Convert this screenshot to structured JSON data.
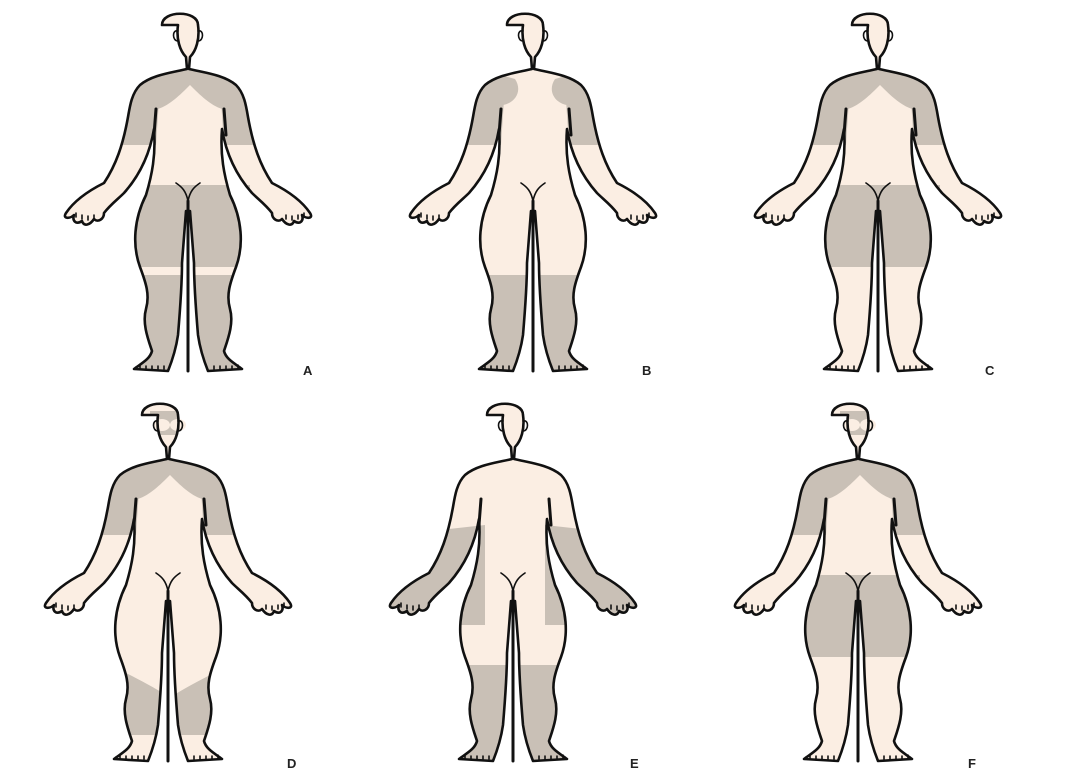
{
  "figure": {
    "background": "#ffffff",
    "skin_color": "#fbeee3",
    "shade_color": "#c9c0b6",
    "outline_color": "#111111",
    "panels": [
      {
        "label": "A",
        "shaded_regions": [
          "shoulders",
          "upper-arms",
          "thighs",
          "lower-legs"
        ]
      },
      {
        "label": "B",
        "shaded_regions": [
          "shoulders-partial",
          "upper-arms",
          "lower-legs"
        ]
      },
      {
        "label": "C",
        "shaded_regions": [
          "shoulders",
          "upper-arms",
          "thighs"
        ]
      },
      {
        "label": "D",
        "shaded_regions": [
          "face-eyes",
          "shoulders",
          "upper-arms",
          "lower-legs-partial"
        ]
      },
      {
        "label": "E",
        "shaded_regions": [
          "forearms",
          "lower-legs"
        ]
      },
      {
        "label": "F",
        "shaded_regions": [
          "face-eyes",
          "shoulders",
          "upper-arms",
          "thighs"
        ]
      }
    ]
  }
}
